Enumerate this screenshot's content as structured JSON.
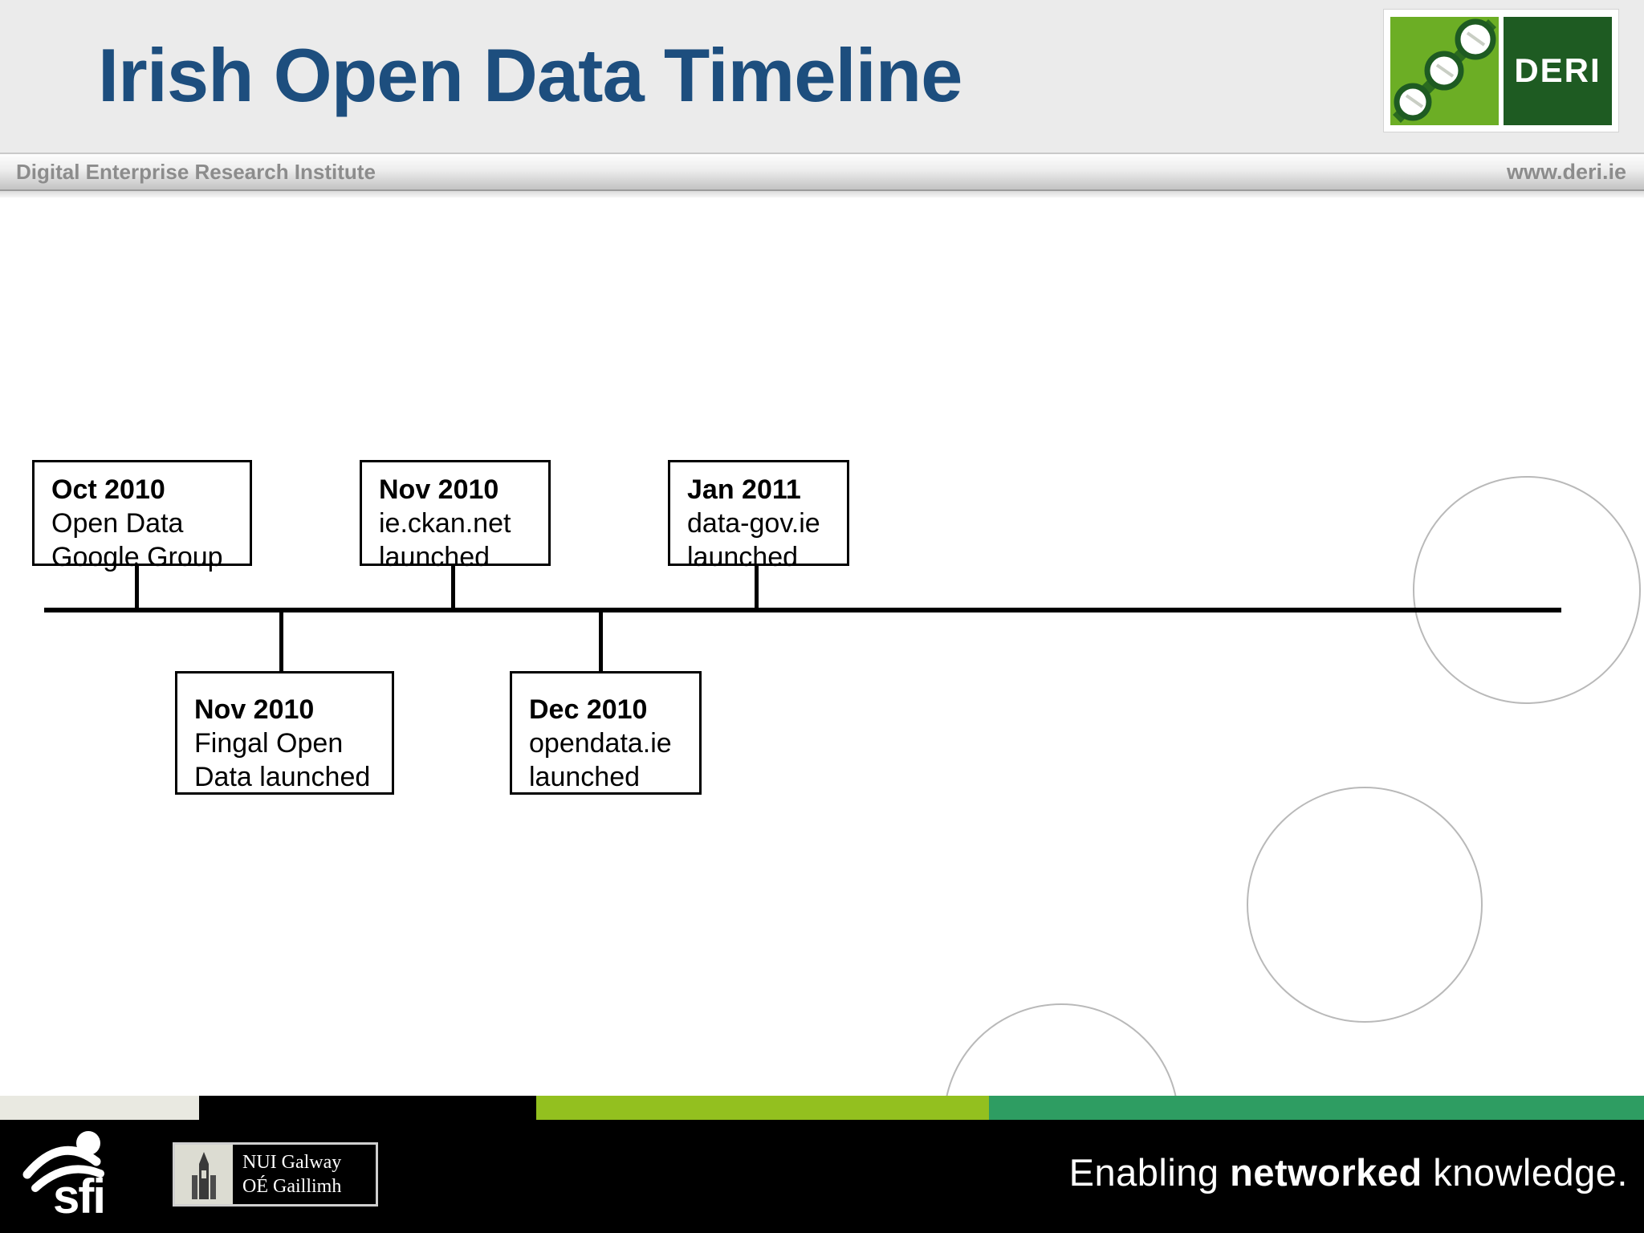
{
  "header": {
    "title": "Irish Open Data Timeline",
    "institute": "Digital Enterprise Research Institute",
    "website": "www.deri.ie",
    "logo_text": "DERI"
  },
  "timeline": {
    "above": [
      {
        "date": "Oct 2010",
        "line1": "Open Data",
        "line2": "Google Group"
      },
      {
        "date": "Nov 2010",
        "line1": "ie.ckan.net",
        "line2": "launched"
      },
      {
        "date": "Jan 2011",
        "line1": "data-gov.ie",
        "line2": "launched"
      }
    ],
    "below": [
      {
        "date": "Nov 2010",
        "line1": "Fingal Open",
        "line2": "Data launched"
      },
      {
        "date": "Dec 2010",
        "line1": "opendata.ie",
        "line2": "launched"
      }
    ]
  },
  "footer": {
    "sfi_label": "sfi",
    "nui_line1": "NUI Galway",
    "nui_line2": "OÉ Gaillimh",
    "tagline_pre": "Enabling ",
    "tagline_bold": "networked",
    "tagline_post": " knowledge."
  },
  "colors": {
    "title_blue": "#1d4e7e",
    "band_text": "#8c8c8c",
    "logo_bright_green": "#6cae25",
    "logo_dark_green": "#1e5b22",
    "strip_cream": "#e9e9e1",
    "strip_black": "#000000",
    "strip_green": "#93c01f",
    "strip_teal": "#2e9d62",
    "circle_gray": "#b9b9b9"
  }
}
